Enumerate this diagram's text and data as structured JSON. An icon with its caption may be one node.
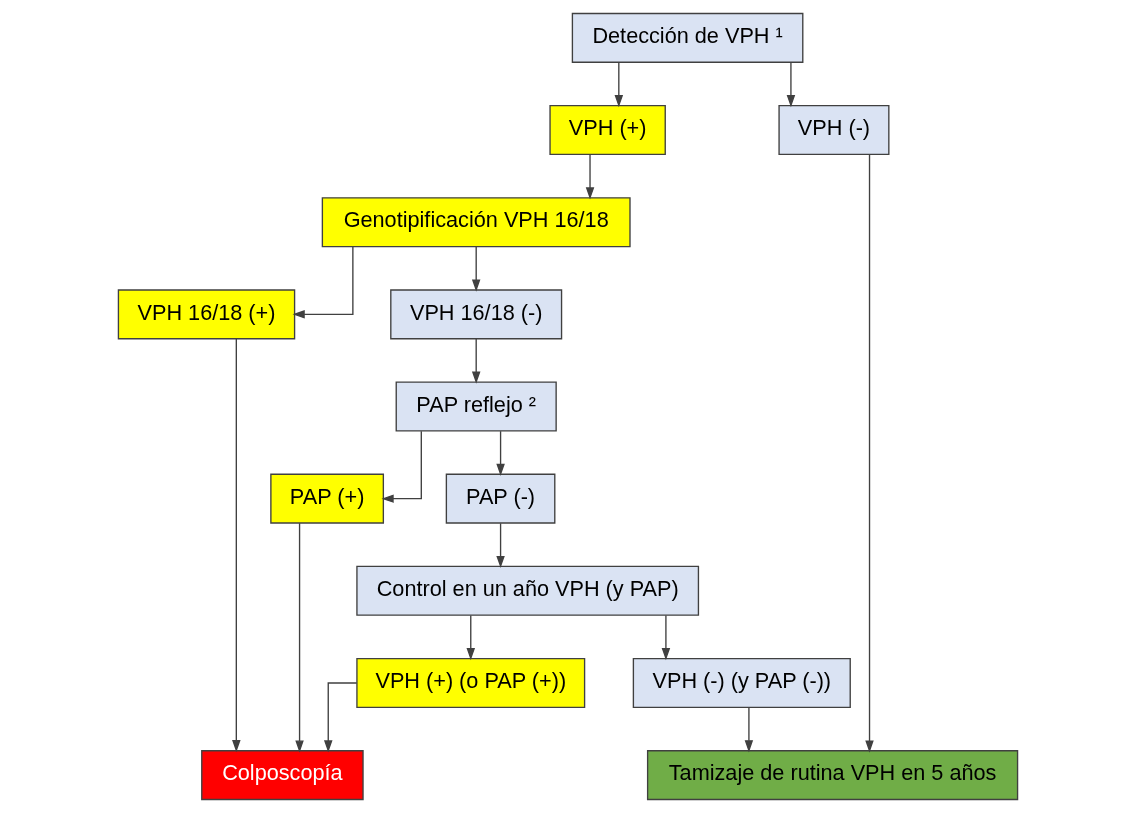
{
  "diagram": {
    "nodes": [
      {
        "text": [
          "Detección de VPH ¹"
        ]
      },
      {
        "text": [
          "VPH (+)"
        ]
      },
      {
        "text": [
          "VPH (-)"
        ]
      },
      {
        "text": [
          "Genotipificación VPH 16/18"
        ]
      },
      {
        "text": [
          "VPH 16/18 (+)"
        ]
      },
      {
        "text": [
          "VPH 16/18 (-)"
        ]
      },
      {
        "text": [
          "Colposcopía"
        ]
      },
      {
        "text": [
          "PAP reflejo ²"
        ]
      },
      {
        "text": [
          "PAP (+)"
        ]
      },
      {
        "text": [
          "PAP (-)"
        ]
      },
      {
        "text": [
          "Control en un año VPH (y PAP)"
        ]
      },
      {
        "text": [
          "VPH (+) (o PAP (+))"
        ]
      },
      {
        "text": [
          "VPH (-) (y PAP (-))"
        ]
      },
      {
        "text": [
          "Tamizaje de rutina VPH en 5 años"
        ]
      }
    ],
    "edges": [
      {
        "from": 0,
        "to": 1,
        "arrow": "to"
      },
      {
        "from": 0,
        "to": 2,
        "arrow": "to"
      },
      {
        "from": 2,
        "to": 13,
        "arrow": "to"
      },
      {
        "from": 1,
        "to": 3,
        "arrow": "to"
      },
      {
        "from": 3,
        "to": 4,
        "arrow": "to"
      },
      {
        "from": 3,
        "to": 5,
        "arrow": "to"
      },
      {
        "from": 4,
        "to": 6,
        "arrow": "to"
      },
      {
        "from": 5,
        "to": 7,
        "arrow": "to"
      },
      {
        "from": 7,
        "to": 8,
        "arrow": "to"
      },
      {
        "from": 7,
        "to": 9,
        "arrow": "to"
      },
      {
        "from": 8,
        "to": 6,
        "arrow": "to"
      },
      {
        "from": 9,
        "to": 10,
        "arrow": "to"
      },
      {
        "from": 10,
        "to": 11,
        "arrow": "to"
      },
      {
        "from": 10,
        "to": 12,
        "arrow": "to"
      },
      {
        "from": 11,
        "to": 6,
        "arrow": "to"
      },
      {
        "from": 12,
        "to": 13,
        "arrow": "to"
      }
    ]
  }
}
